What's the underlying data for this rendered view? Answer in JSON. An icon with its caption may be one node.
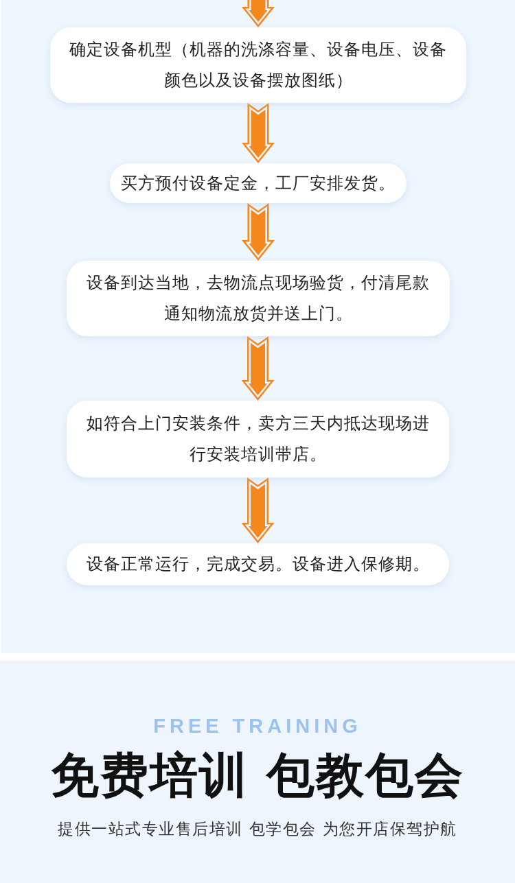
{
  "diagram": {
    "title": "免费培训 包教包会",
    "nodes": [
      {
        "text": [
          "确定设备机型（机器的洗涤容量、设备电压、设备颜色以及设备摆放图纸）"
        ]
      },
      {
        "text": [
          "买方预付设备定金，工厂安排发货。"
        ]
      },
      {
        "text": [
          "设备到达当地，去物流点现场验货，付清尾款通知物流放货并送上门。"
        ]
      },
      {
        "text": [
          "如符合上门安装条件，卖方三天内抵达现场进行安装培训带店。"
        ]
      },
      {
        "text": [
          "设备正常运行，完成交易。设备进入保修期。"
        ]
      }
    ],
    "edges": [
      {
        "from": null,
        "to": 0,
        "arrow": "to"
      },
      {
        "from": 0,
        "to": 1,
        "arrow": "to"
      },
      {
        "from": 1,
        "to": 2,
        "arrow": "to"
      },
      {
        "from": 2,
        "to": 3,
        "arrow": "to"
      },
      {
        "from": 3,
        "to": 4,
        "arrow": "to"
      }
    ],
    "labels": [
      "FREE TRAINING",
      "提供一站式专业售后培训 包学包会 为您开店保驾护航"
    ]
  }
}
